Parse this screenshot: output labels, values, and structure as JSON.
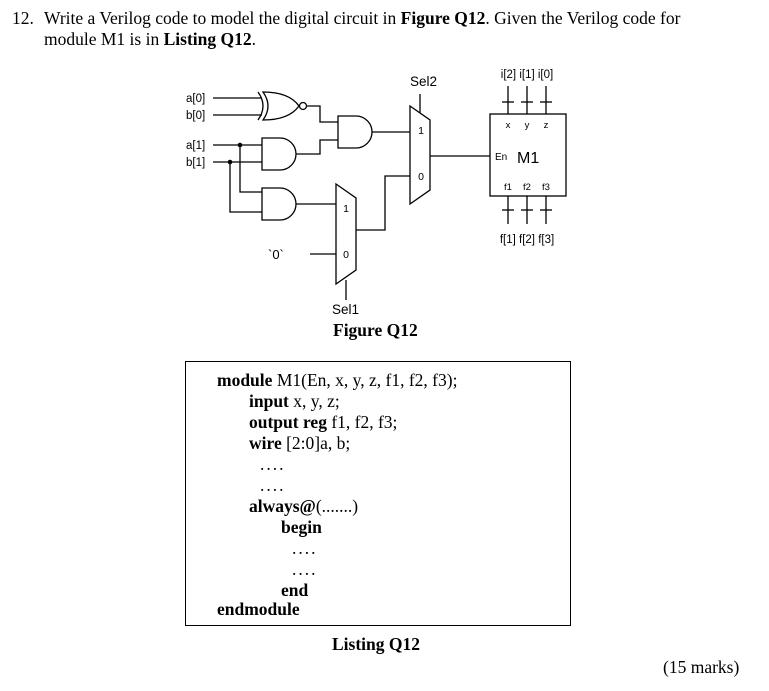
{
  "question": {
    "number": "12.",
    "line1_a": "Write a Verilog code to model the digital circuit in ",
    "line1_b": "Figure Q12",
    "line1_c": ". Given the Verilog code for",
    "line2_a": "module M1 is in ",
    "line2_b": "Listing Q12",
    "line2_c": "."
  },
  "figure": {
    "caption": "Figure Q12",
    "inputs": [
      "a[0]",
      "b[0]",
      "a[1]",
      "b[1]"
    ],
    "sel2": "Sel2",
    "sel1": "Sel1",
    "mux_upper": {
      "in1": "1",
      "in0": "0"
    },
    "mux_lower": {
      "in1": "1",
      "in0": "0"
    },
    "constant": "`0`",
    "module": {
      "name": "M1",
      "enable": "En",
      "inputs": [
        "x",
        "y",
        "z"
      ],
      "outputs": [
        "f1",
        "f2",
        "f3"
      ],
      "bus_in": [
        "i[2]",
        "i[1]",
        "i[0]"
      ],
      "bus_out": [
        "f[1]",
        "f[2]",
        "f[3]"
      ]
    }
  },
  "listing": {
    "caption": "Listing Q12",
    "module_kw": "module",
    "module_rest": " M1(En, x, y, z, f1, f2, f3);",
    "input_kw": "input",
    "input_rest": " x, y, z;",
    "output_kw": "output reg",
    "output_rest": " f1, f2, f3;",
    "wire_kw": "wire",
    "wire_rest": " [2:0]a, b;",
    "dots1": "....",
    "dots2": "....",
    "always_kw": "always@",
    "always_rest": "(.......)",
    "begin_kw": "begin",
    "dots3": "....",
    "dots4": "....",
    "end_kw": "end",
    "endmodule_kw": "endmodule"
  },
  "marks": "(15 marks)"
}
